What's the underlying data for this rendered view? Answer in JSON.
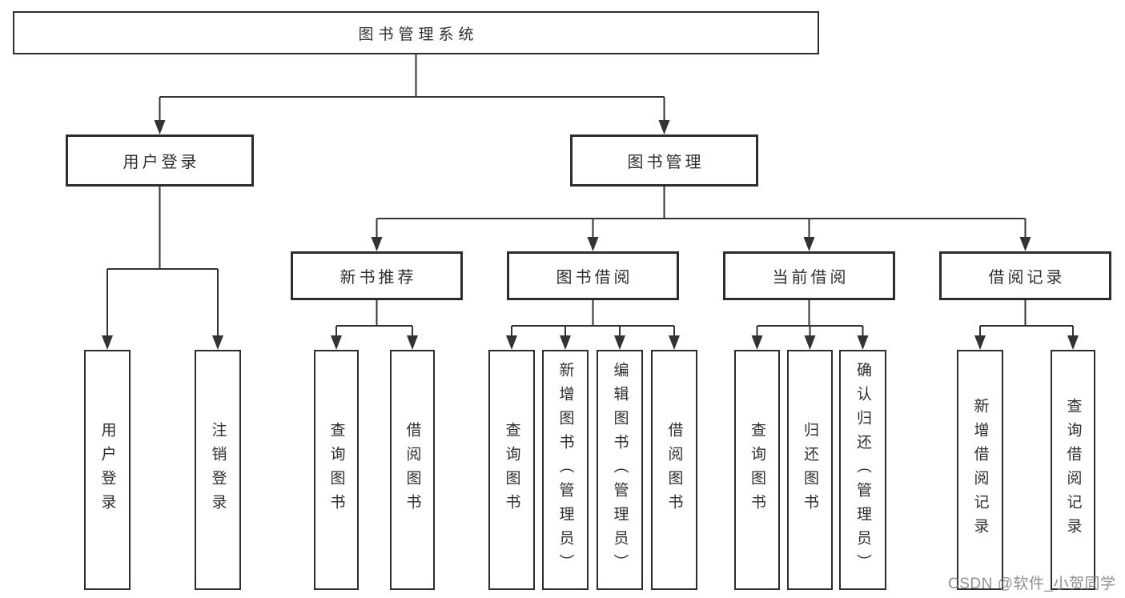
{
  "diagram_type": "hierarchy-tree",
  "colors": {
    "background": "#ffffff",
    "line": "#333333",
    "box_border": "#2d2d2d",
    "box_fill": "#ffffff",
    "text": "#2f2f2f",
    "watermark": "#808084"
  },
  "tree": {
    "root": {
      "label": "图书管理系统",
      "children": [
        {
          "label": "用户登录",
          "children": [
            {
              "label": "用户登录"
            },
            {
              "label": "注销登录"
            }
          ]
        },
        {
          "label": "图书管理",
          "children": [
            {
              "label": "新书推荐",
              "children": [
                {
                  "label": "查询图书"
                },
                {
                  "label": "借阅图书"
                }
              ]
            },
            {
              "label": "图书借阅",
              "children": [
                {
                  "label": "查询图书"
                },
                {
                  "label": "新增图书（管理员）"
                },
                {
                  "label": "编辑图书（管理员）"
                },
                {
                  "label": "借阅图书"
                }
              ]
            },
            {
              "label": "当前借阅",
              "children": [
                {
                  "label": "查询图书"
                },
                {
                  "label": "归还图书"
                },
                {
                  "label": "确认归还（管理员）"
                }
              ]
            },
            {
              "label": "借阅记录",
              "children": [
                {
                  "label": "新增借阅记录"
                },
                {
                  "label": "查询借阅记录"
                }
              ]
            }
          ]
        }
      ]
    }
  },
  "watermark": {
    "text": "CSDN @软件_小贺同学"
  }
}
